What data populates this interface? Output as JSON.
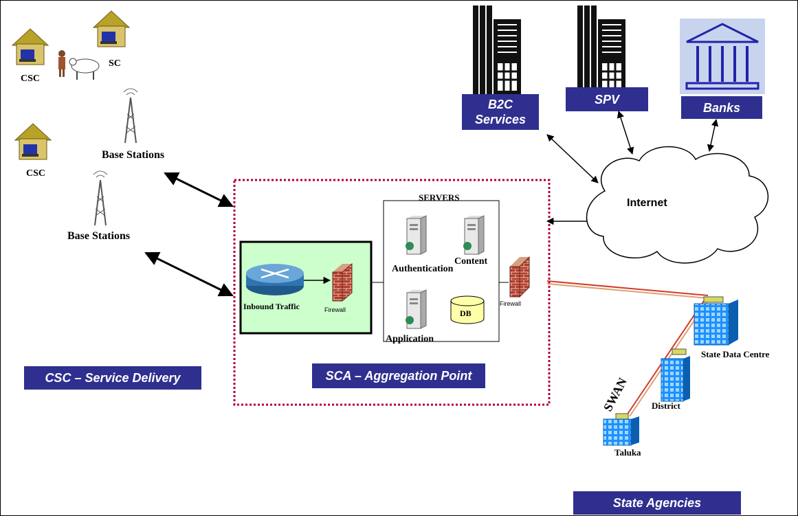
{
  "left": {
    "csc_label_1": "CSC",
    "sc_label": "SC",
    "csc_label_2": "CSC",
    "base_station_1": "Base Stations",
    "base_station_2": "Base Stations",
    "banner": "CSC – Service Delivery"
  },
  "center": {
    "servers_title": "SERVERS",
    "authentication": "Authentication",
    "content": "Content",
    "application": "Application",
    "db": "DB",
    "inbound_traffic": "Inbound Traffic",
    "firewall_inner": "Firewall",
    "firewall_outer": "Firewall",
    "banner": "SCA – Aggregation Point"
  },
  "top": {
    "b2c_banner": "B2C Services",
    "spv_banner": "SPV",
    "banks_banner": "Banks",
    "internet": "Internet"
  },
  "right": {
    "swan": "SWAN",
    "state_data_centre": "State Data Centre",
    "district": "District",
    "taluka": "Taluka",
    "banner": "State  Agencies"
  },
  "colors": {
    "banner_bg": "#2f2f8f",
    "router_box": "#ccffcc",
    "dashed_border": "#b00030",
    "db_fill": "#ffffa8",
    "building_blue": "#1e90ff",
    "firewall_brick": "#b23c2e",
    "swan_line": "#d03a2a"
  }
}
